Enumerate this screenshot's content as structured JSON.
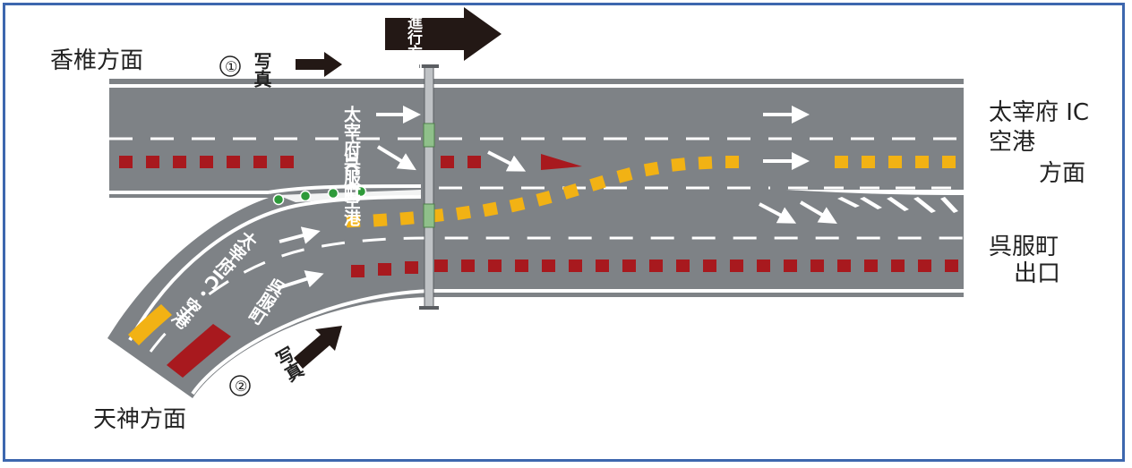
{
  "places": {
    "kashii": "香椎方面",
    "tenjin": "天神方面",
    "dazaifu_line1": "太宰府 IC",
    "dazaifu_line2": "空港",
    "dazaifu_line3": "方面",
    "gofuku_line1": "呉服町",
    "gofuku_line2": "出口"
  },
  "direction": {
    "label": "進行方向"
  },
  "photos": {
    "photo1": {
      "label": "写真",
      "num": "①"
    },
    "photo2": {
      "label": "写真",
      "num": "②"
    }
  },
  "lane_markings": {
    "upper_dazaifu": "太宰府IC・空港",
    "upper_gofuku": "呉服町",
    "lower_dazaifu": "太宰府IC・空港",
    "lower_gofuku": "呉服町"
  },
  "colors": {
    "road": "#7e8286",
    "lane_line": "#ffffff",
    "yellow_guide": "#f2b214",
    "red_guide": "#a8191e",
    "arrow_dark": "#231815",
    "frame": "#3d67ae",
    "sign_green": "#8fc08a",
    "marker_green": "#2e9a3a"
  }
}
